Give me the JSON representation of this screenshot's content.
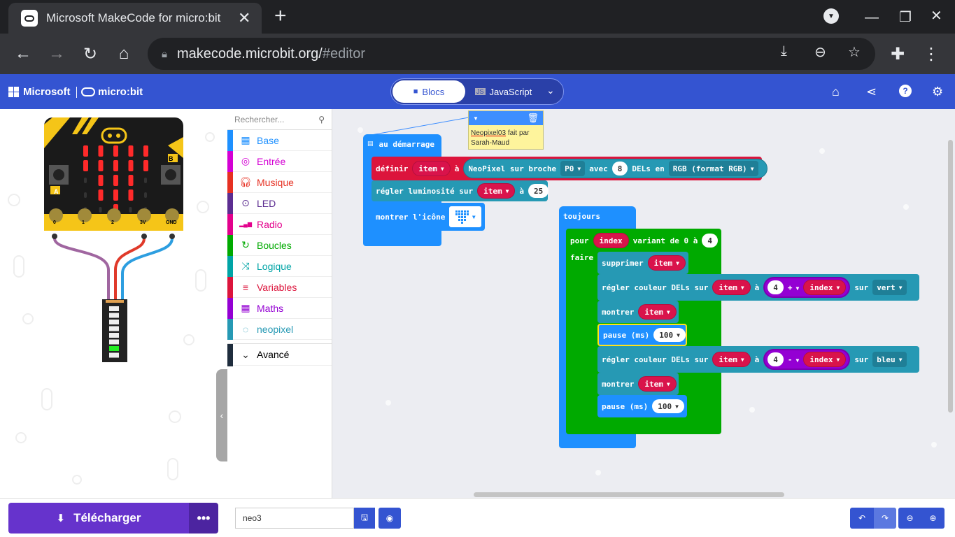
{
  "browser": {
    "tab_title": "Microsoft MakeCode for micro:bit",
    "tab_close": "✕",
    "newtab": "+",
    "url_host": "makecode.microbit.org/",
    "url_path": "#editor"
  },
  "header": {
    "microsoft": "Microsoft",
    "microbit": "micro:bit",
    "blocks_label": "Blocs",
    "js_label": "JavaScript"
  },
  "simulator": {
    "pins": [
      "0",
      "1",
      "2",
      "3V",
      "GND"
    ],
    "btn_a": "A",
    "btn_b": "B"
  },
  "toolbox": {
    "search_placeholder": "Rechercher...",
    "categories": [
      {
        "label": "Base",
        "color": "#1e90ff",
        "icon": "grid-icon"
      },
      {
        "label": "Entrée",
        "color": "#d400d4",
        "icon": "target-icon"
      },
      {
        "label": "Musique",
        "color": "#e63022",
        "icon": "headphones-icon"
      },
      {
        "label": "LED",
        "color": "#5c2d91",
        "icon": "toggle-icon"
      },
      {
        "label": "Radio",
        "color": "#e3008c",
        "icon": "signal-icon"
      },
      {
        "label": "Boucles",
        "color": "#00aa00",
        "icon": "loop-icon"
      },
      {
        "label": "Logique",
        "color": "#00a4a6",
        "icon": "shuffle-icon"
      },
      {
        "label": "Variables",
        "color": "#dc143c",
        "icon": "list-icon"
      },
      {
        "label": "Maths",
        "color": "#9400d3",
        "icon": "calculator-icon"
      },
      {
        "label": "neopixel",
        "color": "#2699b4",
        "icon": "ring-icon"
      }
    ],
    "advanced": "Avancé",
    "advanced_color": "#1f2d3d"
  },
  "comment": {
    "text1": "Neopixel03",
    "text2": " fait par",
    "text3": "Sarah-Maud"
  },
  "blocks": {
    "on_start": "au démarrage",
    "define": "définir",
    "item": "item",
    "a": "à",
    "neopixel": "NeoPixel sur broche",
    "pin": "P0",
    "with": "avec",
    "leds_n": "8",
    "leds_in": "DELs en",
    "format": "RGB (format RGB)",
    "brightness": "régler luminosité sur",
    "bright_val": "25",
    "show_icon": "montrer l'icône",
    "forever": "toujours",
    "for": "pour",
    "index": "index",
    "range": "variant de 0 à",
    "range_end": "4",
    "do": "faire",
    "clear": "supprimer",
    "set_color": "régler couleur DELs sur",
    "four": "4",
    "plus": "+",
    "minus": "-",
    "on": "sur",
    "green": "vert",
    "blue": "bleu",
    "show": "montrer",
    "pause": "pause (ms)",
    "pause_val": "100"
  },
  "bottom": {
    "download": "Télécharger",
    "more": "•••",
    "project_name": "neo3"
  }
}
